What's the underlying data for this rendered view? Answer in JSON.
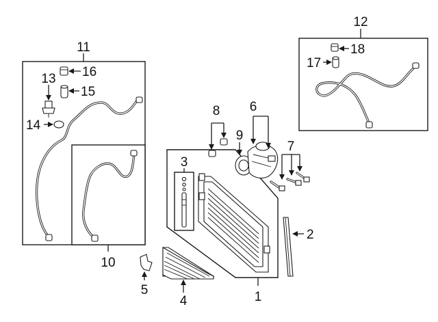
{
  "callouts": {
    "c1": "1",
    "c2": "2",
    "c3": "3",
    "c4": "4",
    "c5": "5",
    "c6": "6",
    "c7": "7",
    "c8": "8",
    "c9": "9",
    "c10": "10",
    "c11": "11",
    "c12": "12",
    "c13": "13",
    "c14": "14",
    "c15": "15",
    "c16": "16",
    "c17": "17",
    "c18": "18"
  },
  "colors": {
    "ink": "#1a1a1a",
    "background": "#ffffff"
  }
}
